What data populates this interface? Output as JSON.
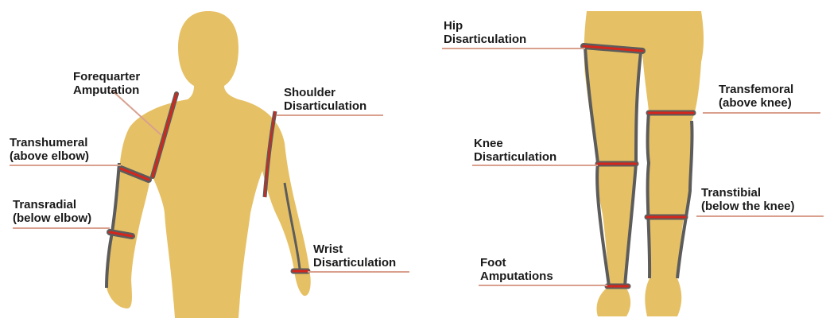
{
  "colors": {
    "body_fill": "#e6c065",
    "outline": "#5c5c5c",
    "cut_line": "#d4261c",
    "label_underline": "#d9a08e",
    "text": "#1a1a1a"
  },
  "upper_body_labels": {
    "forequarter": {
      "line1": "Forequarter",
      "line2": "Amputation"
    },
    "transhumeral": {
      "line1": "Transhumeral",
      "line2": "(above elbow)"
    },
    "transradial": {
      "line1": "Transradial",
      "line2": "(below elbow)"
    },
    "shoulder": {
      "line1": "Shoulder",
      "line2": "Disarticulation"
    },
    "wrist": {
      "line1": "Wrist",
      "line2": "Disarticulation"
    }
  },
  "lower_body_labels": {
    "hip": {
      "line1": "Hip",
      "line2": "Disarticulation"
    },
    "knee": {
      "line1": "Knee",
      "line2": "Disarticulation"
    },
    "foot": {
      "line1": "Foot",
      "line2": "Amputations"
    },
    "transfemoral": {
      "line1": "Transfemoral",
      "line2": "(above knee)"
    },
    "transtibial": {
      "line1": "Transtibial",
      "line2": "(below the knee)"
    }
  }
}
